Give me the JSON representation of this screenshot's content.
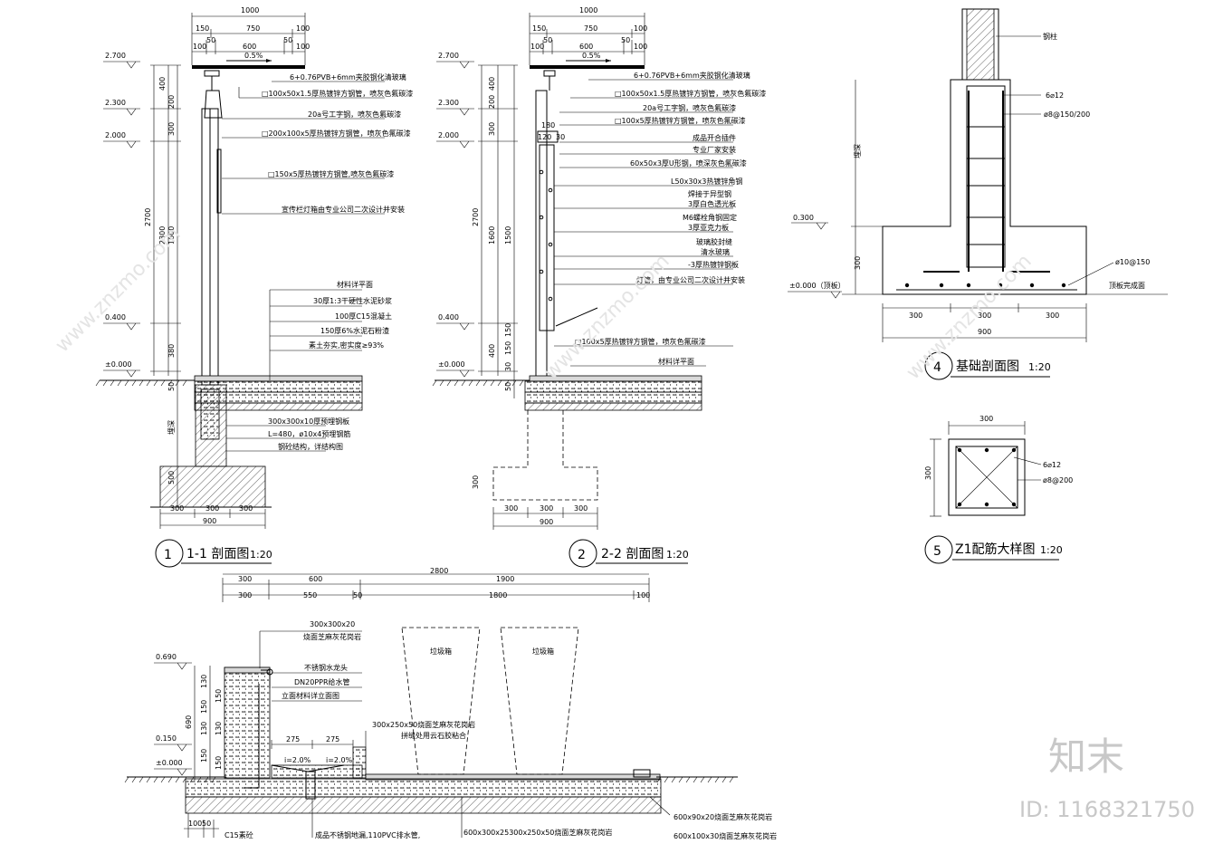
{
  "watermark": {
    "logo": "知末",
    "id": "ID: 1168321750",
    "diagonal": "www.znzmo.com"
  },
  "s1": {
    "title": "1-1 剖面图",
    "num": "1",
    "scale": "1:20",
    "top_dims": {
      "total": "1000",
      "row2": [
        "150",
        "750",
        "100"
      ],
      "row3": [
        "50",
        "600",
        "50"
      ],
      "row3b": [
        "100",
        "100"
      ],
      "slope": "0.5%"
    },
    "levels": [
      "2.700",
      "2.300",
      "2.000",
      "0.400",
      "±0.000"
    ],
    "vert_dims": [
      "2700",
      "2300",
      "400",
      "200",
      "300",
      "1600",
      "380",
      "50",
      "埋深",
      "500"
    ],
    "bottom_dims": [
      "300",
      "300",
      "300",
      "900"
    ],
    "notes": [
      "6+0.76PVB+6mm夹胶钢化清玻璃",
      "□100x50x1.5厚热镀锌方钢管，喷灰色氟碳漆",
      "20a号工字钢，喷灰色氟碳漆",
      "□200x100x5厚热镀锌方钢管，喷灰色氟碳漆",
      "□150x5厚热镀锌方钢管,喷灰色氟碳漆",
      "宣传栏灯箱由专业公司二次设计并安装",
      "材料详平面",
      "30厚1:3干硬性水泥砂浆",
      "100厚C15混凝土",
      "150厚6%水泥石粉渣",
      "素土夯实,密实度≥93%",
      "300x300x10厚预埋钢板",
      "L=480，ø10x4预埋钢筋",
      "钢砼结构，详结构图"
    ]
  },
  "s2": {
    "title": "2-2 剖面图",
    "num": "2",
    "scale": "1:20",
    "top_dims": {
      "total": "1000",
      "row2": [
        "150",
        "750",
        "100"
      ],
      "row3": [
        "50",
        "600",
        "50"
      ],
      "row3b": [
        "100",
        "100"
      ],
      "slope": "0.5%"
    },
    "levels": [
      "2.700",
      "2.300",
      "2.000",
      "0.400",
      "±0.000"
    ],
    "vert_dims": [
      "2700",
      "400",
      "200",
      "300",
      "1600",
      "1500",
      "400",
      "150",
      "150",
      "50",
      "30",
      "180",
      "120",
      "30",
      "300"
    ],
    "bottom_dims": [
      "300",
      "300",
      "300",
      "900"
    ],
    "notes": [
      "6+0.76PVB+6mm夹胶钢化清玻璃",
      "□100x50x1.5厚热镀锌方钢管，喷灰色氟碳漆",
      "20a号工字钢，喷灰色氟碳漆",
      "□100x5厚热镀锌方钢管，喷灰色氟碳漆",
      "成品开合插件",
      "专业厂家安装",
      "60x50x3厚U形钢，喷深灰色氟碳漆",
      "L50x30x3热镀锌角钢",
      "焊接于异型钢",
      "3厚白色透光板",
      "M6螺栓角钢固定",
      "3厚亚克力板",
      "玻璃胶封缝",
      "清水玻璃",
      "-3厚热镀锌钢板",
      "灯管，由专业公司二次设计并安装",
      "□100x5厚热镀锌方钢管，喷灰色氟碳漆",
      "材料详平面"
    ]
  },
  "s4": {
    "title": "基础剖面图",
    "num": "4",
    "scale": "1:20",
    "levels": [
      "0.300",
      "±0.000（顶板）"
    ],
    "labels": [
      "钢柱",
      "6⌀12",
      "ø8@150/200",
      "ø10@150",
      "顶板完成面",
      "埋深",
      "300"
    ],
    "bottom_dims": [
      "300",
      "300",
      "300",
      "900"
    ]
  },
  "s5": {
    "title": "Z1配筋大样图",
    "num": "5",
    "scale": "1:20",
    "labels": [
      "300",
      "300",
      "6⌀12",
      "ø8@200"
    ]
  },
  "s3": {
    "top_dims": {
      "total": "2800",
      "row2": [
        "300",
        "600",
        "1900"
      ],
      "row3": [
        "300",
        "550",
        "50",
        "1800",
        "100"
      ]
    },
    "levels": [
      "0.690",
      "0.150",
      "±0.000"
    ],
    "vert_dims": [
      "690",
      "130",
      "150",
      "130",
      "150",
      "150",
      "130",
      "150"
    ],
    "labels": [
      "300x300x20",
      "烧面芝麻灰花岗岩",
      "不锈钢水龙头",
      "DN20PPR给水管",
      "立面材料详立面图",
      "300x250x50烧面芝麻灰花岗岩",
      "拼缝处用云石胶粘合",
      "垃圾箱",
      "垃圾箱",
      "275",
      "275",
      "i=2.0%",
      "i=2.0%",
      "C15素砼",
      "成品不锈钢地漏,110PVC排水管,",
      "600x300x25300x250x50烧面芝麻灰花岗岩",
      "600x90x20烧面芝麻灰花岗岩",
      "600x100x30烧面芝麻灰花岗岩",
      "100",
      "50"
    ]
  }
}
